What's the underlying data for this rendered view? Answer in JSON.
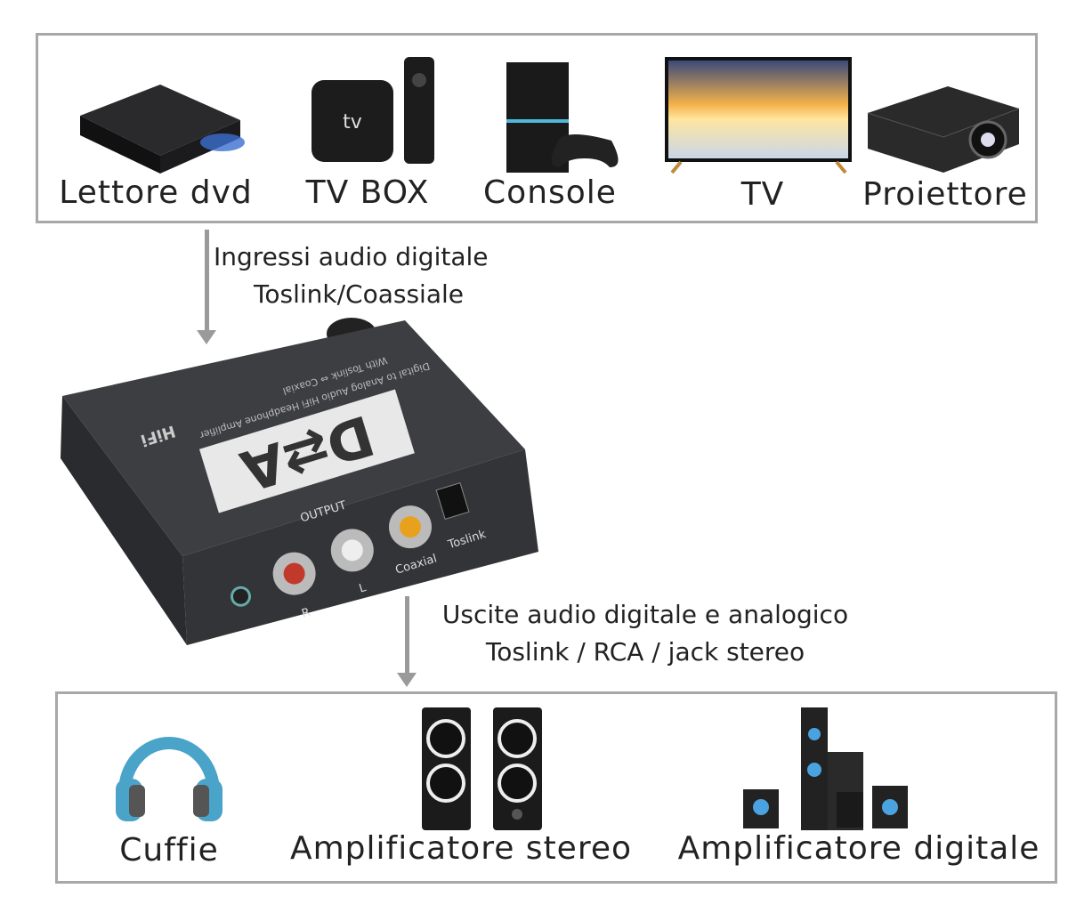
{
  "sources": {
    "items": [
      {
        "label": "Lettore dvd",
        "icon": "dvd-player-icon"
      },
      {
        "label": "TV BOX",
        "icon": "tv-box-icon"
      },
      {
        "label": "Console",
        "icon": "game-console-icon"
      },
      {
        "label": "TV",
        "icon": "television-icon"
      },
      {
        "label": "Proiettore",
        "icon": "projector-icon"
      }
    ]
  },
  "input_caption": {
    "line1": "Ingressi audio digitale",
    "line2": "Toslink/Coassiale"
  },
  "device": {
    "logo": "D⇄A",
    "brand": "HiFi",
    "desc1": "Digital to Analog Audio HiFi Headphone Amplifier",
    "desc2": "With Toslink ⇔ Coaxial",
    "output_label": "OUTPUT",
    "port_r": "R",
    "port_l": "L",
    "port_coaxial": "Coaxial",
    "port_toslink": "Toslink"
  },
  "output_caption": {
    "line1": "Uscite audio digitale e analogico",
    "line2": "Toslink / RCA / jack stereo"
  },
  "outputs": {
    "items": [
      {
        "label": "Cuffie",
        "icon": "headphones-icon"
      },
      {
        "label": "Amplificatore stereo",
        "icon": "stereo-speakers-icon"
      },
      {
        "label": "Amplificatore digitale",
        "icon": "home-theater-icon"
      }
    ]
  },
  "colors": {
    "frame": "#a8a8a8",
    "arrow": "#9a9a9a",
    "device": "#3a3b3e",
    "headphones": "#4aa3c8"
  }
}
